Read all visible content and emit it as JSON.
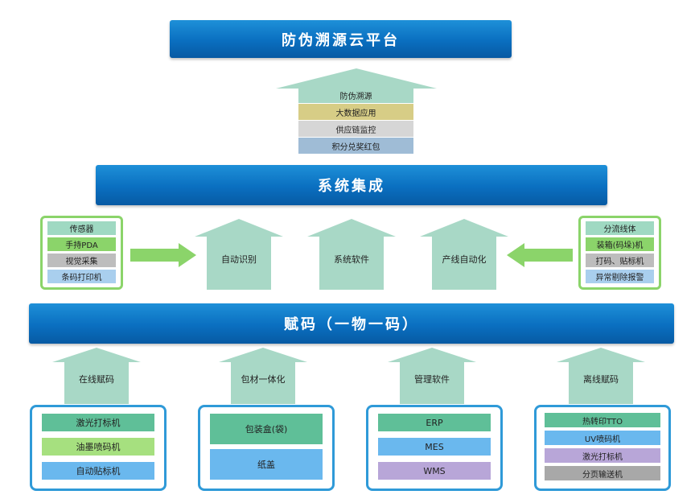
{
  "top_title": "防伪溯源云平台",
  "top_stack": [
    {
      "label": "防伪溯源",
      "color": "#a8d8c6"
    },
    {
      "label": "大数据应用",
      "color": "#d7cd86"
    },
    {
      "label": "供应链监控",
      "color": "#d6d6d6"
    },
    {
      "label": "积分兑奖红包",
      "color": "#9fbcd6"
    }
  ],
  "integration_title": "系统集成",
  "left_box": [
    {
      "label": "传感器",
      "color": "#9fd9c2"
    },
    {
      "label": "手持PDA",
      "color": "#8bd46a"
    },
    {
      "label": "视觉采集",
      "color": "#bdbdbd"
    },
    {
      "label": "条码打印机",
      "color": "#a9cfee"
    }
  ],
  "right_box": [
    {
      "label": "分流线体",
      "color": "#9fd9c2"
    },
    {
      "label": "装箱(码垛)机",
      "color": "#8bd46a"
    },
    {
      "label": "打码、贴标机",
      "color": "#bdbdbd"
    },
    {
      "label": "异常剔除报警",
      "color": "#a9cfee"
    }
  ],
  "middle_arrows": [
    "自动识别",
    "系统软件",
    "产线自动化"
  ],
  "coding_title": "赋码（一物一码）",
  "bottom_arrows": [
    "在线赋码",
    "包材一体化",
    "管理软件",
    "离线赋码"
  ],
  "bottom_boxes": [
    {
      "items": [
        {
          "label": "激光打标机",
          "color": "#5fbf98"
        },
        {
          "label": "油墨喷码机",
          "color": "#a6e07f"
        },
        {
          "label": "自动贴标机",
          "color": "#6ab8ee"
        }
      ]
    },
    {
      "items": [
        {
          "label": "包装盒(袋)",
          "color": "#5fbf98"
        },
        {
          "label": "纸盖",
          "color": "#6ab8ee"
        }
      ]
    },
    {
      "items": [
        {
          "label": "ERP",
          "color": "#5fbf98"
        },
        {
          "label": "MES",
          "color": "#6ab8ee"
        },
        {
          "label": "WMS",
          "color": "#b8a6d8"
        }
      ]
    },
    {
      "items": [
        {
          "label": "热转印TTO",
          "color": "#5fbf98"
        },
        {
          "label": "UV喷码机",
          "color": "#6ab8ee"
        },
        {
          "label": "激光打标机",
          "color": "#b8a6d8"
        },
        {
          "label": "分页输送机",
          "color": "#a8a8a8"
        }
      ]
    }
  ]
}
